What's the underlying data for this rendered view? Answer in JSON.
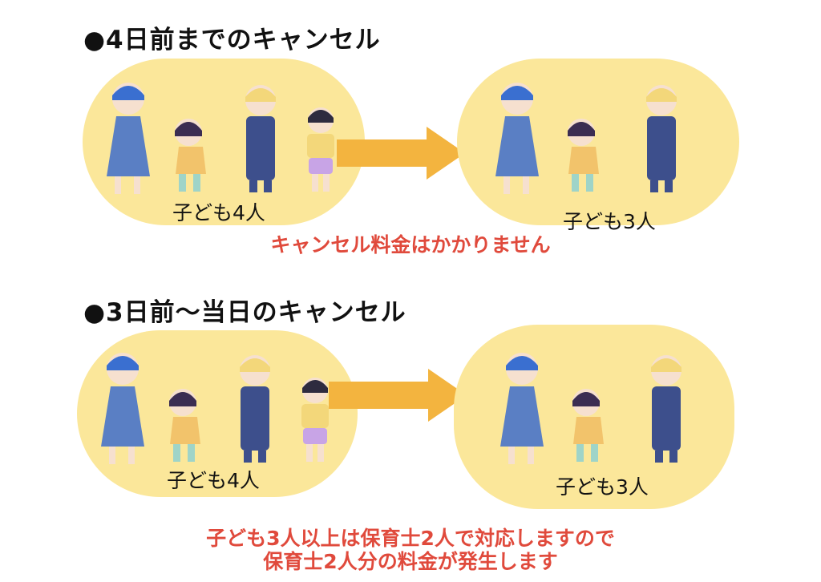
{
  "sections": [
    {
      "heading": "●4日前までのキャンセル",
      "before_label": "子ども4人",
      "after_label": "子ども3人",
      "notes": [
        "キャンセル料金はかかりません"
      ]
    },
    {
      "heading": "●3日前〜当日のキャンセル",
      "before_label": "子ども4人",
      "after_label": "子ども3人",
      "notes": [
        "子ども3人以上は保育士2人で対応しますので",
        "保育士2人分の料金が発生します"
      ]
    }
  ],
  "colors": {
    "pill": "#fbe79a",
    "arrow": "#f3b43f",
    "note_text": "#e04a3c",
    "heading_text": "#111111"
  },
  "icons": [
    "child-illustration-icon",
    "arrow-right-icon"
  ]
}
